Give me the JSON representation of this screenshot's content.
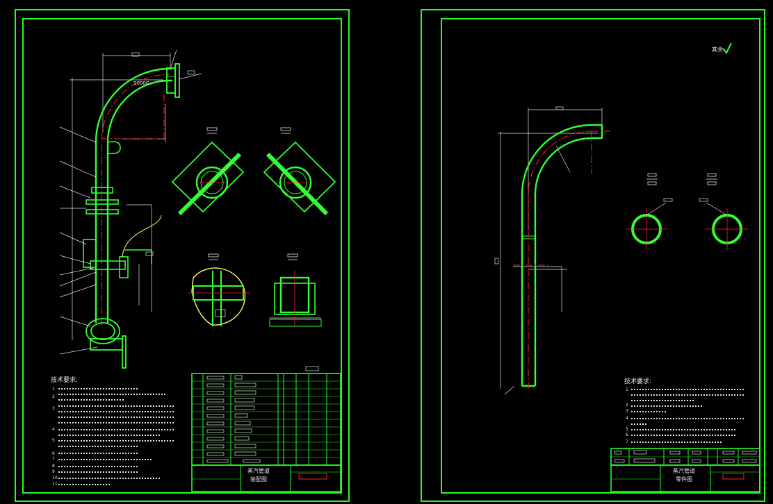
{
  "colors": {
    "background": "#000000",
    "frame": "#22ff22",
    "part": "#33ff33",
    "dimension": "#e6e6e6",
    "centerline": "#ff2222",
    "leader": "#ffff66",
    "hatch": "#ffffff"
  },
  "sheet1": {
    "callout": "S000G",
    "notes_heading": "技术要求:",
    "notes": [
      "1",
      "2",
      "3",
      "4",
      "5",
      "6",
      "7",
      "8",
      "9",
      "10",
      "11"
    ],
    "title_block": {
      "name_line1": "蒸汽管道",
      "name_line2": "装配图"
    }
  },
  "sheet2": {
    "roughness": "其余",
    "notes_heading": "技术要求:",
    "notes": [
      "1",
      "2",
      "3",
      "4",
      "5",
      "6",
      "7"
    ],
    "title_block": {
      "name_line1": "蒸汽管道",
      "name_line2": "零件图"
    }
  }
}
